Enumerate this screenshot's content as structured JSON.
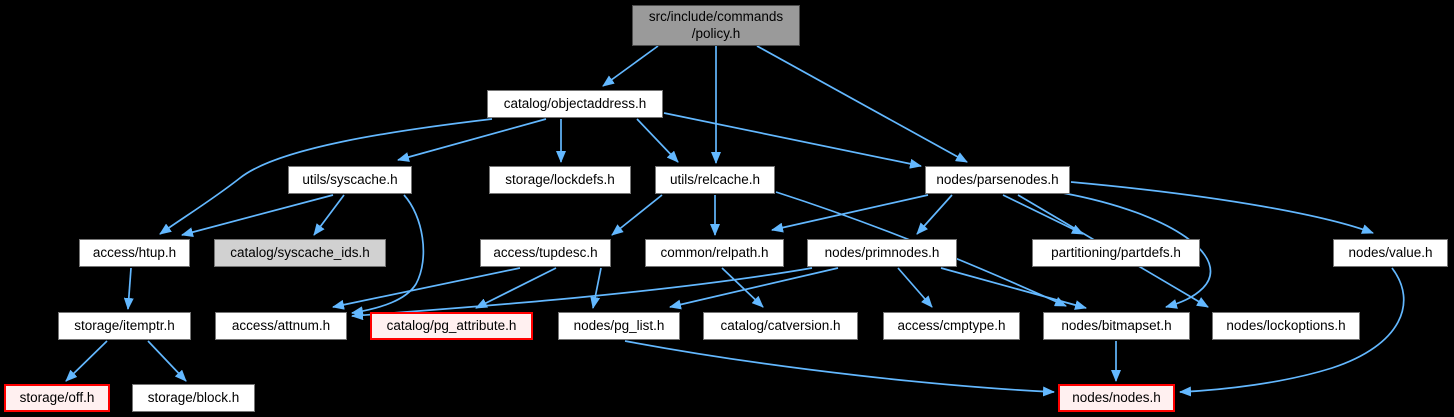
{
  "diagram": {
    "type": "include-dependency-graph",
    "background": "#000000"
  },
  "colors": {
    "edge": "#63b8ff",
    "node_fill": "#ffffff",
    "node_border": "#757575",
    "main_node_fill": "#9a9a9a",
    "gray_node_fill": "#d1d1d1",
    "red_node_border": "#ff0000",
    "red_node_fill": "#fff0f0",
    "text": "#000000"
  },
  "nodes": {
    "policy": {
      "label": "src/include/commands\n/policy.h",
      "style": "main"
    },
    "objectaddress": {
      "label": "catalog/objectaddress.h",
      "style": "normal"
    },
    "syscache": {
      "label": "utils/syscache.h",
      "style": "normal"
    },
    "lockdefs": {
      "label": "storage/lockdefs.h",
      "style": "normal"
    },
    "relcache": {
      "label": "utils/relcache.h",
      "style": "normal"
    },
    "parsenodes": {
      "label": "nodes/parsenodes.h",
      "style": "normal"
    },
    "htup": {
      "label": "access/htup.h",
      "style": "normal"
    },
    "syscache_ids": {
      "label": "catalog/syscache_ids.h",
      "style": "gray"
    },
    "tupdesc": {
      "label": "access/tupdesc.h",
      "style": "normal"
    },
    "relpath": {
      "label": "common/relpath.h",
      "style": "normal"
    },
    "primnodes": {
      "label": "nodes/primnodes.h",
      "style": "normal"
    },
    "partdefs": {
      "label": "partitioning/partdefs.h",
      "style": "normal"
    },
    "value": {
      "label": "nodes/value.h",
      "style": "normal"
    },
    "itemptr": {
      "label": "storage/itemptr.h",
      "style": "normal"
    },
    "attnum": {
      "label": "access/attnum.h",
      "style": "normal"
    },
    "pg_attribute": {
      "label": "catalog/pg_attribute.h",
      "style": "red"
    },
    "pg_list": {
      "label": "nodes/pg_list.h",
      "style": "normal"
    },
    "catversion": {
      "label": "catalog/catversion.h",
      "style": "normal"
    },
    "cmptype": {
      "label": "access/cmptype.h",
      "style": "normal"
    },
    "bitmapset": {
      "label": "nodes/bitmapset.h",
      "style": "normal"
    },
    "lockoptions": {
      "label": "nodes/lockoptions.h",
      "style": "normal"
    },
    "off": {
      "label": "storage/off.h",
      "style": "red"
    },
    "block": {
      "label": "storage/block.h",
      "style": "normal"
    },
    "nodes_h": {
      "label": "nodes/nodes.h",
      "style": "red"
    }
  },
  "edges": [
    {
      "from": "policy",
      "to": "objectaddress"
    },
    {
      "from": "policy",
      "to": "relcache"
    },
    {
      "from": "policy",
      "to": "parsenodes"
    },
    {
      "from": "objectaddress",
      "to": "syscache"
    },
    {
      "from": "objectaddress",
      "to": "htup"
    },
    {
      "from": "objectaddress",
      "to": "lockdefs"
    },
    {
      "from": "objectaddress",
      "to": "relcache"
    },
    {
      "from": "objectaddress",
      "to": "parsenodes"
    },
    {
      "from": "syscache",
      "to": "htup"
    },
    {
      "from": "syscache",
      "to": "syscache_ids"
    },
    {
      "from": "syscache",
      "to": "attnum"
    },
    {
      "from": "relcache",
      "to": "tupdesc"
    },
    {
      "from": "relcache",
      "to": "relpath"
    },
    {
      "from": "relcache",
      "to": "bitmapset"
    },
    {
      "from": "parsenodes",
      "to": "relpath"
    },
    {
      "from": "parsenodes",
      "to": "primnodes"
    },
    {
      "from": "parsenodes",
      "to": "partdefs"
    },
    {
      "from": "parsenodes",
      "to": "lockoptions"
    },
    {
      "from": "parsenodes",
      "to": "bitmapset"
    },
    {
      "from": "parsenodes",
      "to": "value"
    },
    {
      "from": "tupdesc",
      "to": "attnum"
    },
    {
      "from": "tupdesc",
      "to": "pg_attribute"
    },
    {
      "from": "tupdesc",
      "to": "pg_list"
    },
    {
      "from": "primnodes",
      "to": "attnum"
    },
    {
      "from": "primnodes",
      "to": "pg_list"
    },
    {
      "from": "primnodes",
      "to": "cmptype"
    },
    {
      "from": "primnodes",
      "to": "bitmapset"
    },
    {
      "from": "relpath",
      "to": "catversion"
    },
    {
      "from": "htup",
      "to": "itemptr"
    },
    {
      "from": "itemptr",
      "to": "off"
    },
    {
      "from": "itemptr",
      "to": "block"
    },
    {
      "from": "pg_list",
      "to": "nodes_h"
    },
    {
      "from": "bitmapset",
      "to": "nodes_h"
    },
    {
      "from": "value",
      "to": "nodes_h"
    }
  ]
}
